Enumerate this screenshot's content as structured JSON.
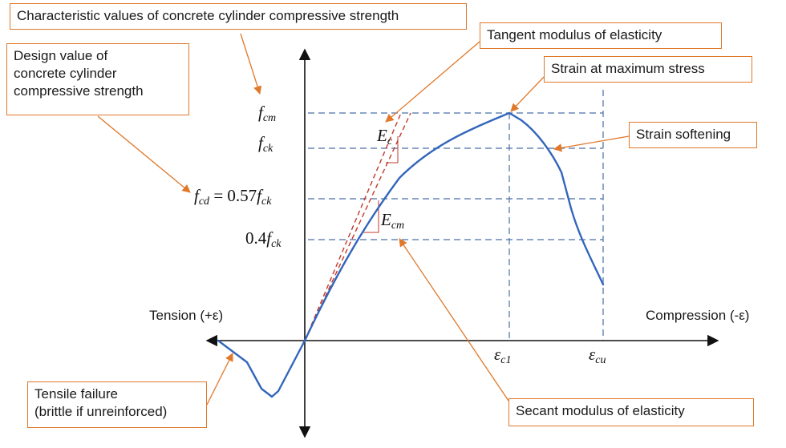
{
  "colors": {
    "curve": "#3366bb",
    "dashed_grid": "#4a6fa8",
    "tangent": "#c0392b",
    "annotation": "#e0782a",
    "axis": "#111111"
  },
  "callouts": {
    "characteristic": "Characteristic values of concrete cylinder compressive strength",
    "tangent": "Tangent modulus of elasticity",
    "design_lines": [
      "Design value of",
      "concrete cylinder",
      "compressive strength"
    ],
    "strain_max": "Strain at maximum stress",
    "softening": "Strain softening",
    "secant": "Secant modulus of elasticity",
    "tensile_lines": [
      "Tensile failure",
      "(brittle if unreinforced)"
    ]
  },
  "axes": {
    "left": "Tension (+ε)",
    "right": "Compression (-ε)"
  },
  "stress_labels": {
    "fcm": {
      "sym": "f",
      "sub": "cm"
    },
    "fck": {
      "sym": "f",
      "sub": "ck"
    },
    "fcd": {
      "sym": "f",
      "sub": "cd",
      "eq": " = 0.57",
      "sym2": "f",
      "sub2": "ck"
    },
    "f04": {
      "coef": "0.4",
      "sym": "f",
      "sub": "ck"
    }
  },
  "strain_labels": {
    "ec1": {
      "sym": "ε",
      "sub": "c1"
    },
    "ecu": {
      "sym": "ε",
      "sub": "cu"
    }
  },
  "moduli": {
    "ec": {
      "sym": "E",
      "sub": "c"
    },
    "ecm": {
      "sym": "E",
      "sub": "cm"
    }
  }
}
